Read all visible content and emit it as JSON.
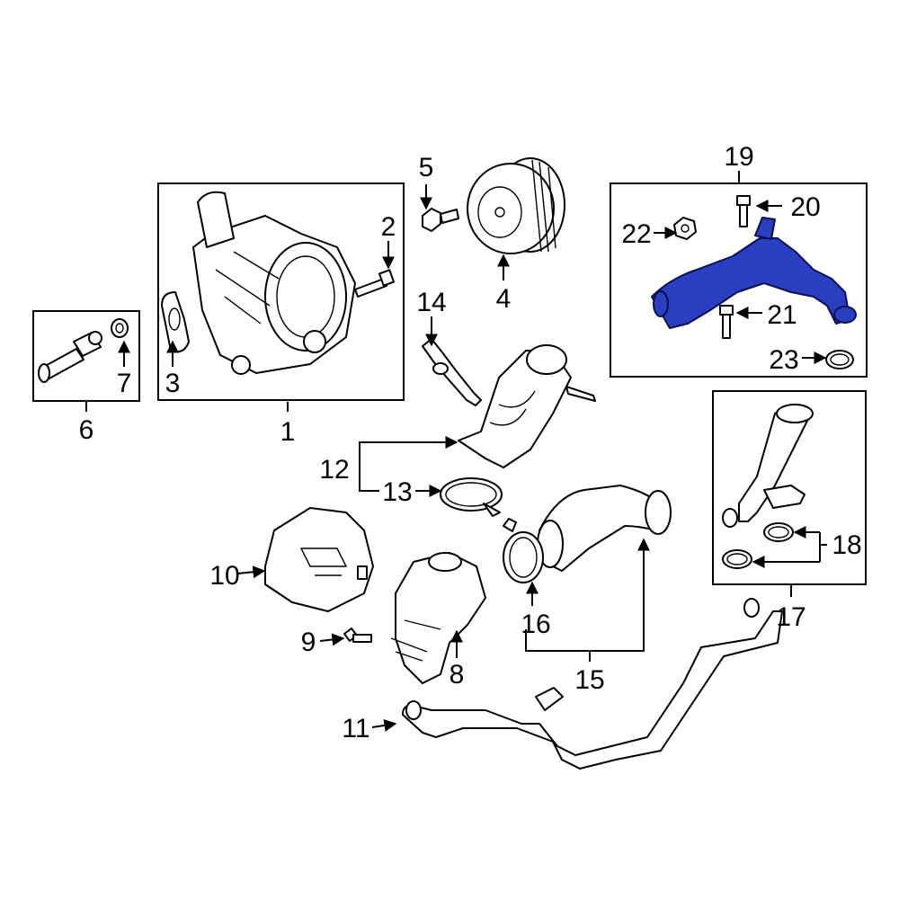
{
  "diagram": {
    "labels": {
      "l1": "1",
      "l2": "2",
      "l3": "3",
      "l4": "4",
      "l5": "5",
      "l6": "6",
      "l7": "7",
      "l8": "8",
      "l9": "9",
      "l10": "10",
      "l11": "11",
      "l12": "12",
      "l13": "13",
      "l14": "14",
      "l15": "15",
      "l16": "16",
      "l17": "17",
      "l18": "18",
      "l19": "19",
      "l20": "20",
      "l21": "21",
      "l22": "22",
      "l23": "23"
    },
    "colors": {
      "highlight": "#2a3fbf",
      "line": "#000000",
      "background": "#ffffff"
    },
    "highlighted_part": "19"
  }
}
